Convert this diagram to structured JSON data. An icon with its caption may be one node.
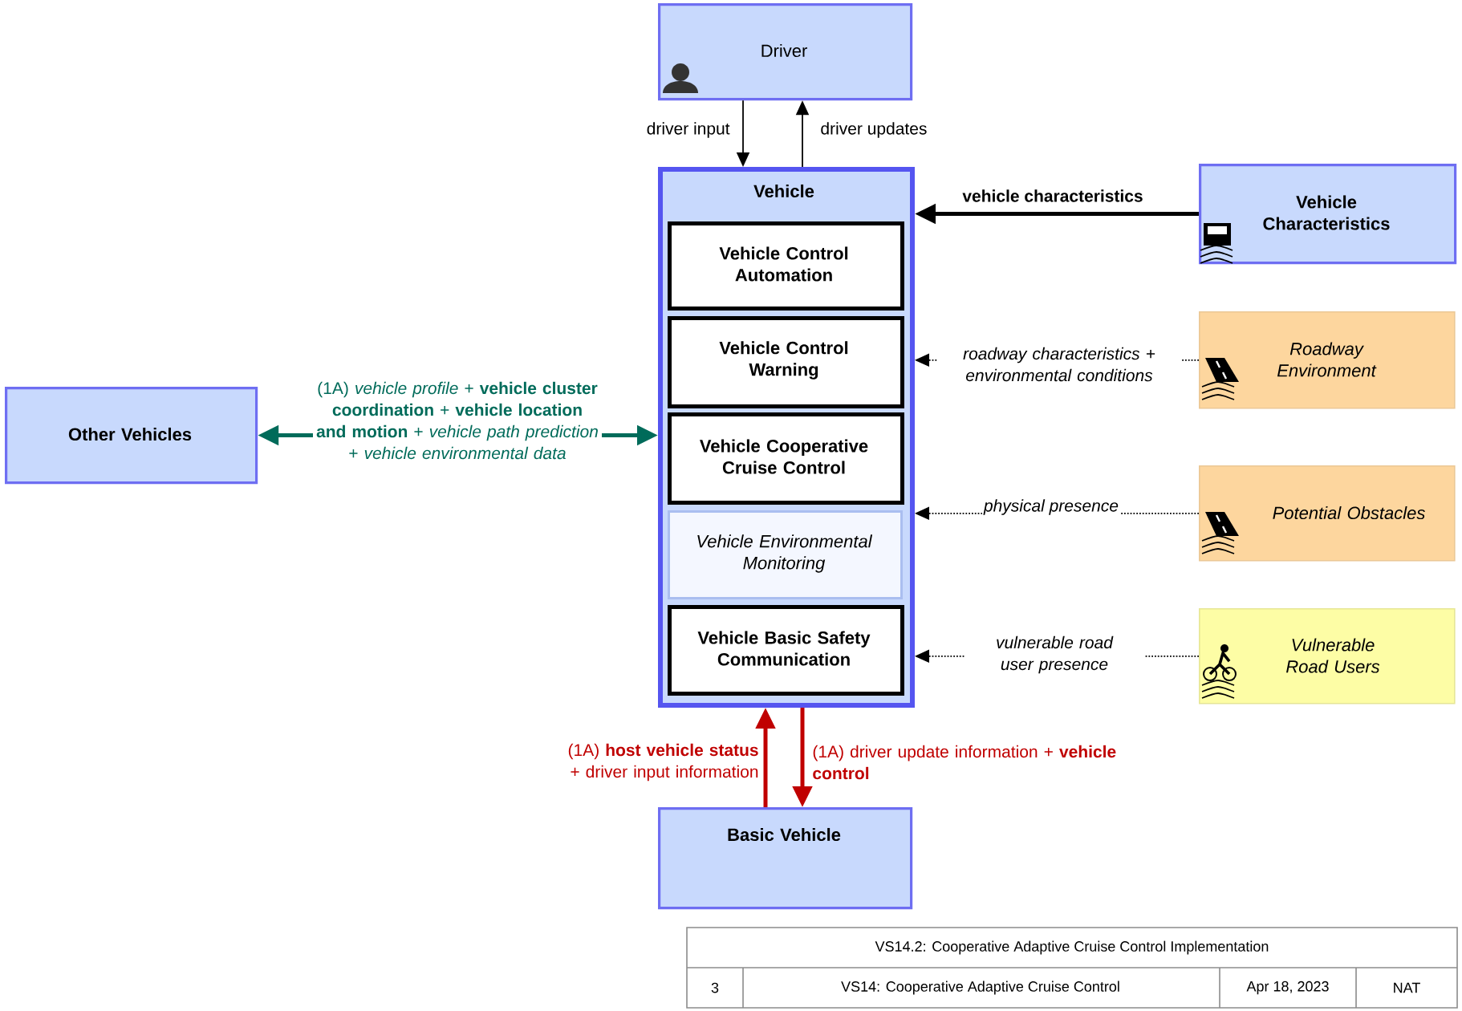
{
  "diagram": {
    "nodes": [
      {
        "text": [
          "Driver"
        ]
      },
      {
        "text": [
          "Vehicle"
        ]
      },
      {
        "text": [
          "Vehicle Control Automation"
        ],
        "in": 1
      },
      {
        "text": [
          "Vehicle Control Warning"
        ],
        "in": 1
      },
      {
        "text": [
          "Vehicle Cooperative Cruise Control"
        ],
        "in": 1
      },
      {
        "text": [
          "Vehicle Environmental Monitoring"
        ],
        "in": 1
      },
      {
        "text": [
          "Vehicle Basic Safety Communication"
        ],
        "in": 1
      },
      {
        "text": [
          "Vehicle Characteristics"
        ]
      },
      {
        "text": [
          "Roadway Environment"
        ]
      },
      {
        "text": [
          "Potential Obstacles"
        ]
      },
      {
        "text": [
          "Vulnerable Road Users"
        ]
      },
      {
        "text": [
          "Other Vehicles"
        ]
      },
      {
        "text": [
          "Basic Vehicle"
        ]
      }
    ],
    "edges": [
      {
        "from": 0,
        "to": 1,
        "arrow": "to",
        "label": "driver input"
      },
      {
        "from": 1,
        "to": 0,
        "arrow": "to",
        "label": "driver updates"
      },
      {
        "from": 7,
        "to": 1,
        "arrow": "to",
        "label": "vehicle characteristics",
        "style": "thick"
      },
      {
        "from": 11,
        "to": 1,
        "arrow": "both",
        "label": "(1A) *vehicle profile* + **vehicle cluster coordination** + **vehicle location and motion** + *vehicle path prediction* + *vehicle environmental data*",
        "style": "thick",
        "color": "#006b5a"
      },
      {
        "from": 8,
        "to": 1,
        "arrow": "to",
        "label": "roadway characteristics + environmental conditions",
        "style": "dashed"
      },
      {
        "from": 9,
        "to": 1,
        "arrow": "to",
        "label": "physical presence",
        "style": "dashed"
      },
      {
        "from": 10,
        "to": 1,
        "arrow": "to",
        "label": "vulnerable road user presence",
        "style": "dashed"
      },
      {
        "from": 12,
        "to": 1,
        "arrow": "to",
        "label": "(1A) **host vehicle status** + driver input information",
        "style": "thick",
        "color": "#c00000"
      },
      {
        "from": 1,
        "to": 12,
        "arrow": "to",
        "label": "(1A) driver update information + **vehicle control**",
        "style": "thick",
        "color": "#c00000"
      }
    ],
    "labels": [
      "VS14.2: Cooperative Adaptive Cruise Control Implementation",
      "3",
      "VS14: Cooperative Adaptive Cruise Control",
      "Apr 18, 2023",
      "NAT"
    ]
  }
}
